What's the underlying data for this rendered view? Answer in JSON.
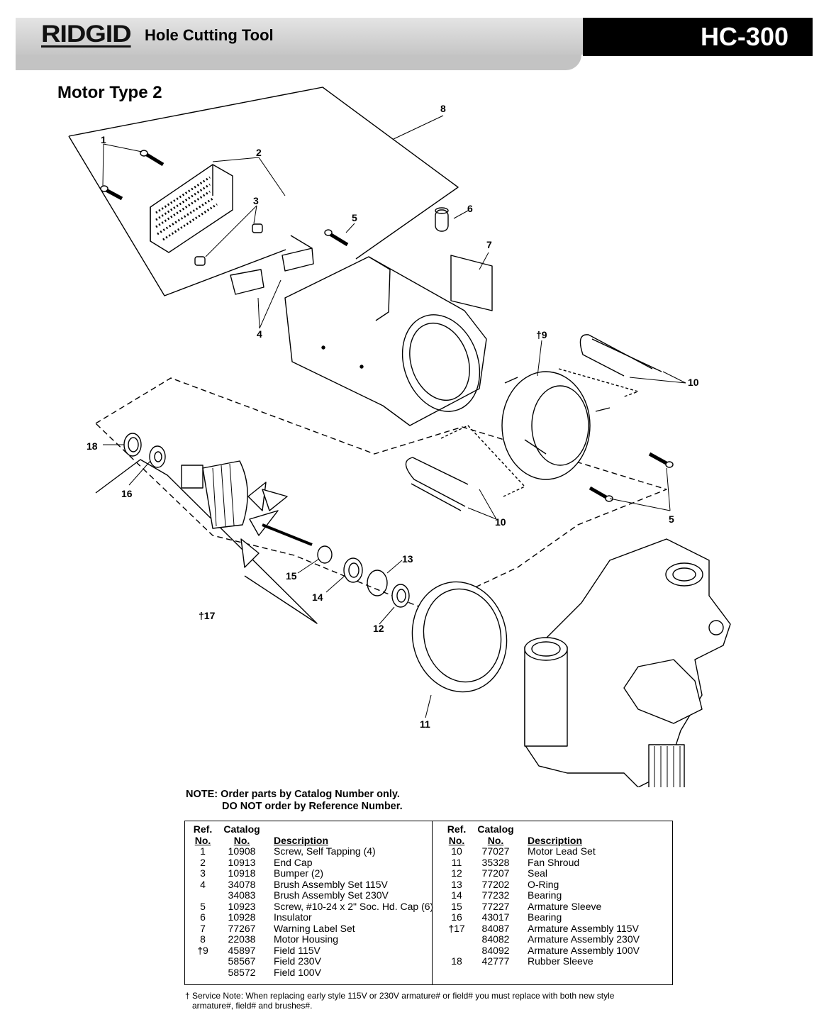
{
  "header": {
    "brand": "RIDGID",
    "tool_name": "Hole Cutting Tool",
    "model": "HC-300"
  },
  "subtitle": "Motor Type 2",
  "callouts": [
    "1",
    "2",
    "3",
    "4",
    "5",
    "6",
    "7",
    "8",
    "†9",
    "10",
    "10",
    "5",
    "18",
    "16",
    "15",
    "14",
    "13",
    "12",
    "†17",
    "11"
  ],
  "note": {
    "line1": "NOTE: Order parts by Catalog Number only.",
    "line2": "DO NOT order by Reference Number."
  },
  "table": {
    "headers": {
      "ref1": "Ref.",
      "ref2": "No.",
      "cat1": "Catalog",
      "cat2": "No.",
      "desc": "Description"
    },
    "left": [
      {
        "ref": "1",
        "cat": "10908",
        "desc": "Screw, Self Tapping (4)"
      },
      {
        "ref": "2",
        "cat": "10913",
        "desc": "End Cap"
      },
      {
        "ref": "3",
        "cat": "10918",
        "desc": "Bumper (2)"
      },
      {
        "ref": "4",
        "cat": "34078",
        "desc": "Brush Assembly Set 115V"
      },
      {
        "ref": "",
        "cat": "34083",
        "desc": "Brush Assembly Set 230V"
      },
      {
        "ref": "5",
        "cat": "10923",
        "desc": "Screw, #10-24 x 2\" Soc. Hd. Cap (6)"
      },
      {
        "ref": "6",
        "cat": "10928",
        "desc": "Insulator"
      },
      {
        "ref": "7",
        "cat": "77267",
        "desc": "Warning Label Set"
      },
      {
        "ref": "8",
        "cat": "22038",
        "desc": "Motor Housing"
      },
      {
        "ref": "†9",
        "cat": "45897",
        "desc": "Field 115V"
      },
      {
        "ref": "",
        "cat": "58567",
        "desc": "Field 230V"
      },
      {
        "ref": "",
        "cat": "58572",
        "desc": "Field 100V"
      }
    ],
    "right": [
      {
        "ref": "10",
        "cat": "77027",
        "desc": "Motor Lead Set"
      },
      {
        "ref": "11",
        "cat": "35328",
        "desc": "Fan Shroud"
      },
      {
        "ref": "12",
        "cat": "77207",
        "desc": "Seal"
      },
      {
        "ref": "13",
        "cat": "77202",
        "desc": "O-Ring"
      },
      {
        "ref": "14",
        "cat": "77232",
        "desc": "Bearing"
      },
      {
        "ref": "15",
        "cat": "77227",
        "desc": "Armature Sleeve"
      },
      {
        "ref": "16",
        "cat": "43017",
        "desc": "Bearing"
      },
      {
        "ref": "†17",
        "cat": "84087",
        "desc": "Armature Assembly 115V"
      },
      {
        "ref": "",
        "cat": "84082",
        "desc": "Armature Assembly 230V"
      },
      {
        "ref": "",
        "cat": "84092",
        "desc": "Armature Assembly 100V"
      },
      {
        "ref": "18",
        "cat": "42777",
        "desc": "Rubber Sleeve"
      }
    ]
  },
  "service_note": {
    "line1": "† Service Note: When replacing early style 115V or 230V armature# or field# you must replace with both new style",
    "line2": "armature#, field# and brushes#."
  }
}
